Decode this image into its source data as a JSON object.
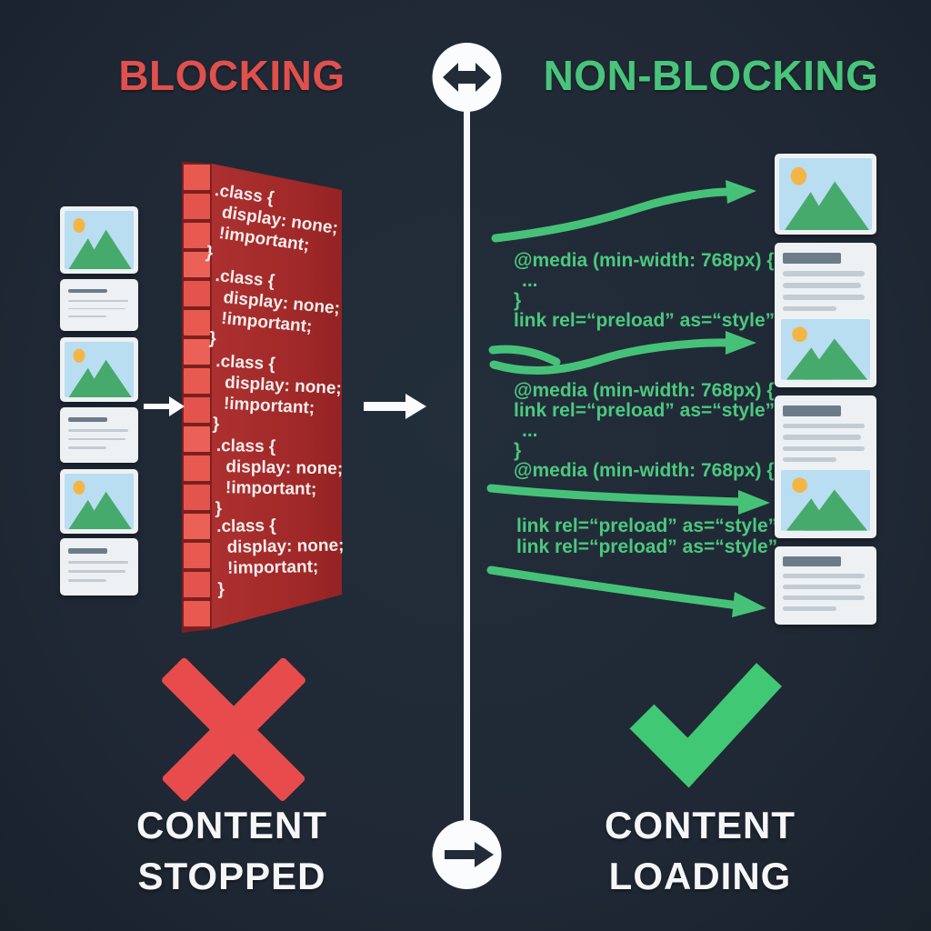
{
  "header": {
    "left_title": "BLOCKING",
    "right_title": "NON-BLOCKING"
  },
  "divider": {
    "top_icon": "left-right-arrow",
    "bottom_icon": "right-arrow"
  },
  "wall": {
    "description": "red brick wall of blocking CSS",
    "blocks": [
      {
        "l1": ".class {",
        "l2": "display: none;",
        "l3": "!important;",
        "l4": "}"
      },
      {
        "l1": ".class {",
        "l2": "display: none;",
        "l3": "!important;",
        "l4": "}"
      },
      {
        "l1": ".class {",
        "l2": "display: none;",
        "l3": "!important;",
        "l4": "}"
      },
      {
        "l1": ".class {",
        "l2": "display: none;",
        "l3": "!important;",
        "l4": "}"
      },
      {
        "l1": ".class {",
        "l2": "display: none;",
        "l3": "!important;",
        "l4": "}"
      }
    ]
  },
  "code": {
    "block1": {
      "l1": "@media (min-width: 768px) {",
      "l2": "...",
      "l3": "}",
      "l4": "link rel=“preload” as=“style”"
    },
    "block2": {
      "l1": "@media (min-width: 768px) {",
      "l2": "link rel=“preload” as=“style”",
      "l3": "...",
      "l4": "}",
      "l5": "@media (min-width: 768px) {"
    },
    "block3": {
      "l1": "link rel=“preload” as=“style”",
      "l2": "link rel=“preload” as=“style”"
    }
  },
  "footer": {
    "left_line1": "CONTENT",
    "left_line2": "STOPPED",
    "right_line1": "CONTENT",
    "right_line2": "LOADING"
  },
  "icons": {
    "top_divider": "left-right-arrow-icon",
    "bottom_divider": "right-arrow-icon",
    "blocking_result": "cross-icon",
    "non_blocking_result": "check-icon",
    "image_card": "image-thumbnail",
    "text_card": "text-thumbnail"
  },
  "colors": {
    "background": "#202a36",
    "blocking_red": "#e0504d",
    "wall_face": "#a32b2c",
    "wall_brick": "#e85a50",
    "non_blocking_green": "#49c57b",
    "white": "#ffffff",
    "card_background": "#eef1f3",
    "card_title_bar": "#6c7b88",
    "card_text_line": "#c3cbd3",
    "thumb_sky": "#b9ddf1",
    "thumb_sun": "#f5b545",
    "thumb_mountain": "#47aa6d"
  }
}
